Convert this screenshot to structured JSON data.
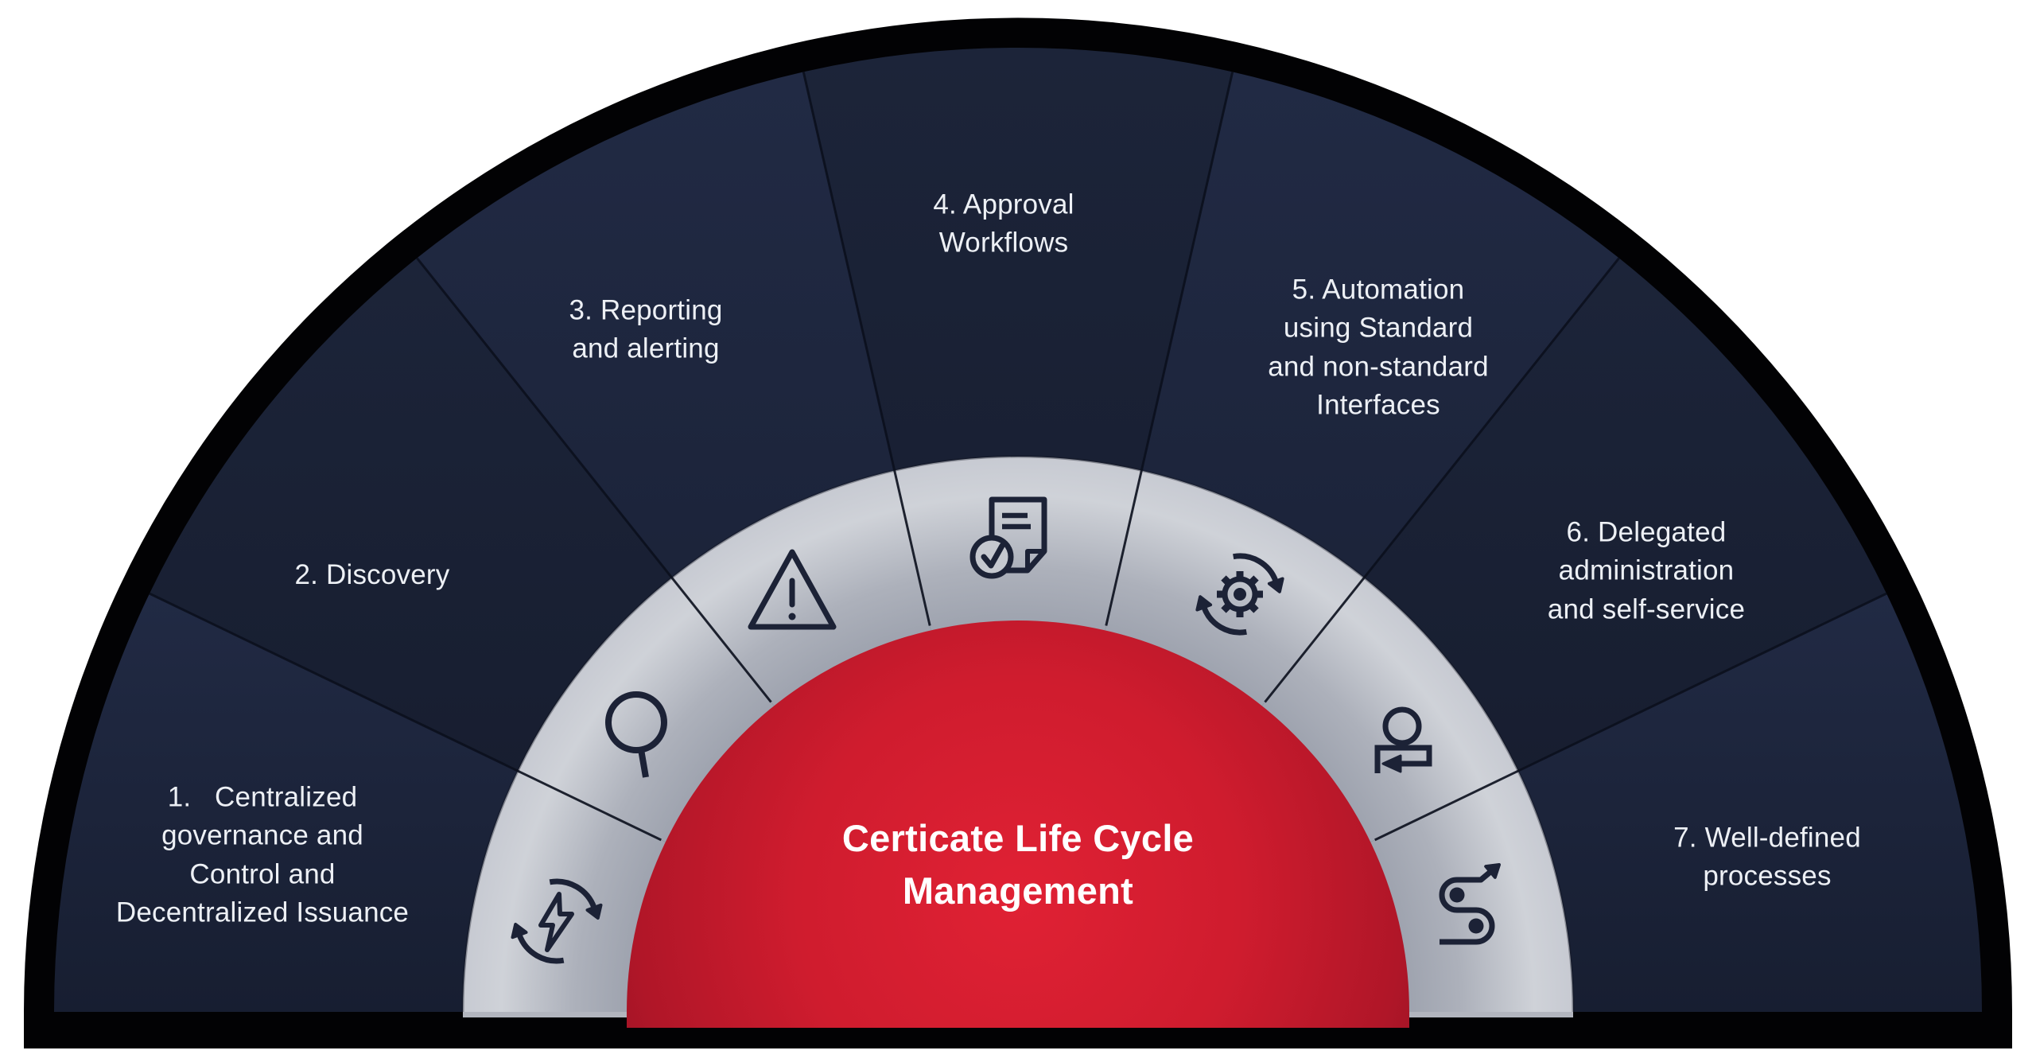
{
  "diagram": {
    "title": "Certicate Life Cycle\nManagement",
    "colors": {
      "wedge_navy": "#1b2339",
      "ring_silver": "#c3c6cd",
      "center_red": "#c91b2c",
      "outline_black": "#020204",
      "label_text": "#edf0f5",
      "title_text": "#ffffff",
      "icon_stroke": "#1c2236"
    },
    "segments": [
      {
        "label": "1.   Centralized\ngovernance and\nControl and\nDecentralized Issuance",
        "icon": "sync-lightning-icon"
      },
      {
        "label": "2. Discovery",
        "icon": "magnifier-icon"
      },
      {
        "label": "3. Reporting\nand alerting",
        "icon": "warning-triangle-icon"
      },
      {
        "label": "4. Approval\nWorkflows",
        "icon": "approved-document-icon"
      },
      {
        "label": "5. Automation\nusing Standard\nand non-standard\nInterfaces",
        "icon": "gear-sync-icon"
      },
      {
        "label": "6. Delegated\nadministration\nand self-service",
        "icon": "user-return-arrow-icon"
      },
      {
        "label": "7. Well-defined\nprocesses",
        "icon": "process-path-icon"
      }
    ]
  }
}
